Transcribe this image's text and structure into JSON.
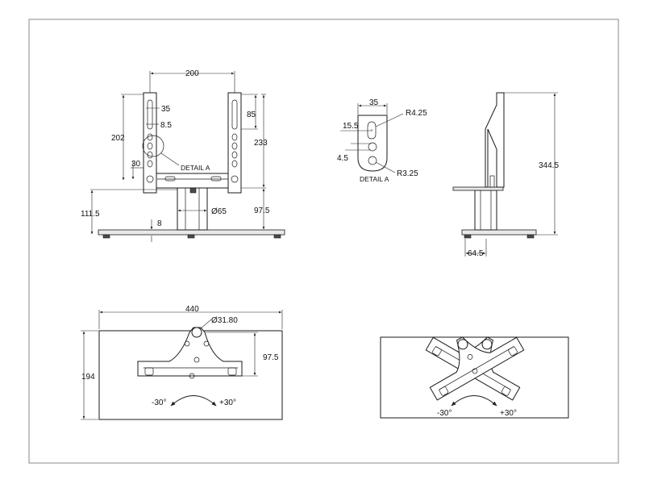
{
  "labels": {
    "front": {
      "w200": "200",
      "d35": "35",
      "d85": "85",
      "d8_5": "8.5",
      "d202": "202",
      "d233": "233",
      "d30": "30",
      "detail": "DETAIL A",
      "d111_5": "111.5",
      "d8": "8",
      "phi65": "Ø65",
      "d97_5": "97.5"
    },
    "detail": {
      "d35": "35",
      "r425": "R4.25",
      "d15_5": "15.5",
      "d4_5": "4.5",
      "title": "DETAIL A",
      "r325": "R3.25"
    },
    "side": {
      "d344_5": "344.5",
      "d64_5": "64.5"
    },
    "top": {
      "d440": "440",
      "phi31": "Ø31.80",
      "d97_5": "97.5",
      "d194": "194",
      "neg30": "-30°",
      "pos30": "+30°"
    },
    "rot": {
      "neg30": "-30°",
      "pos30": "+30°"
    }
  }
}
